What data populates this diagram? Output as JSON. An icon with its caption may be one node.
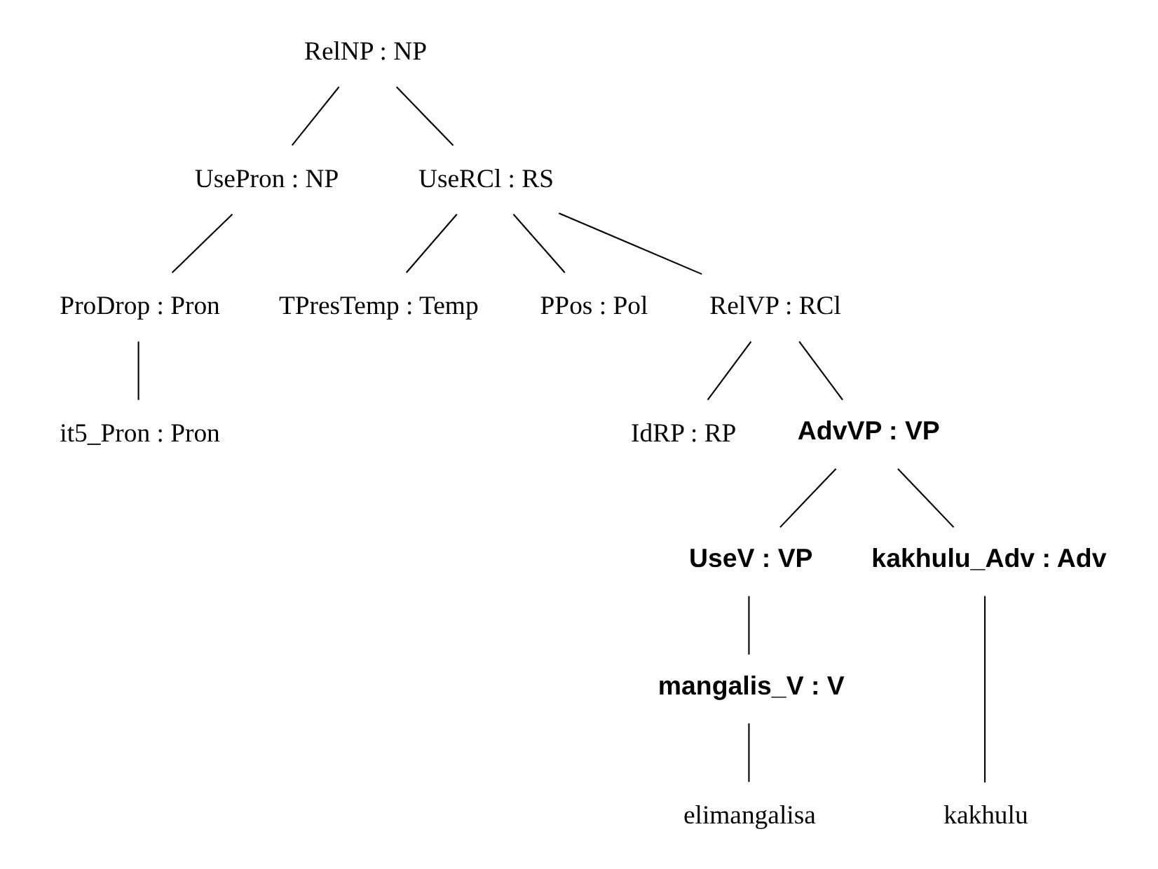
{
  "diagram": {
    "nodes": [
      {
        "text": [
          "RelNP : NP"
        ]
      },
      {
        "text": [
          "UsePron : NP"
        ]
      },
      {
        "text": [
          "UseRCl : RS"
        ]
      },
      {
        "text": [
          "ProDrop : Pron"
        ]
      },
      {
        "text": [
          "TPresTemp : Temp"
        ]
      },
      {
        "text": [
          "PPos : Pol"
        ]
      },
      {
        "text": [
          "RelVP : RCl"
        ]
      },
      {
        "text": [
          "it5_Pron : Pron"
        ]
      },
      {
        "text": [
          "IdRP : RP"
        ]
      },
      {
        "text": [
          "AdvVP : VP"
        ]
      },
      {
        "text": [
          "UseV : VP"
        ]
      },
      {
        "text": [
          "kakhulu_Adv : Adv"
        ]
      },
      {
        "text": [
          "mangalis_V : V"
        ]
      },
      {
        "text": [
          "elimangalisa"
        ]
      },
      {
        "text": [
          "kakhulu"
        ]
      }
    ],
    "edges": [
      {
        "from": 0,
        "to": 1,
        "arrow": "none"
      },
      {
        "from": 0,
        "to": 2,
        "arrow": "none"
      },
      {
        "from": 1,
        "to": 3,
        "arrow": "none"
      },
      {
        "from": 2,
        "to": 4,
        "arrow": "none"
      },
      {
        "from": 2,
        "to": 5,
        "arrow": "none"
      },
      {
        "from": 2,
        "to": 6,
        "arrow": "none"
      },
      {
        "from": 3,
        "to": 7,
        "arrow": "none"
      },
      {
        "from": 6,
        "to": 8,
        "arrow": "none"
      },
      {
        "from": 6,
        "to": 9,
        "arrow": "none"
      },
      {
        "from": 9,
        "to": 10,
        "arrow": "none"
      },
      {
        "from": 9,
        "to": 11,
        "arrow": "none"
      },
      {
        "from": 10,
        "to": 12,
        "arrow": "none"
      },
      {
        "from": 12,
        "to": 13,
        "arrow": "none"
      },
      {
        "from": 11,
        "to": 14,
        "arrow": "none"
      }
    ]
  }
}
